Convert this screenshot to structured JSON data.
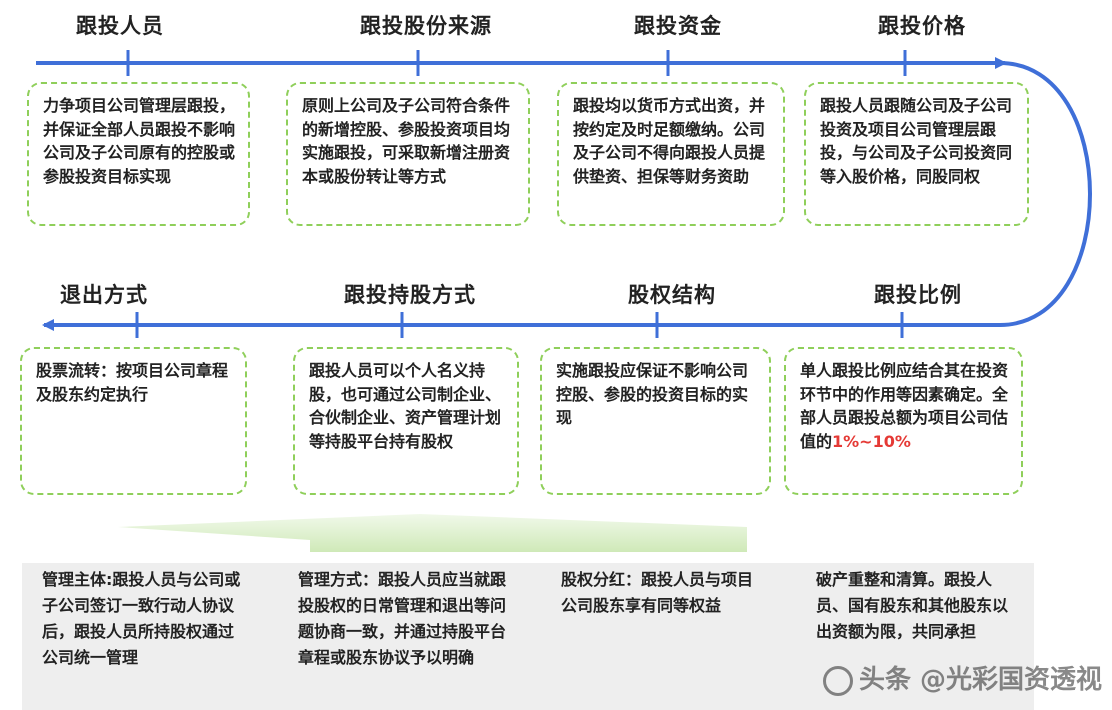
{
  "top_row": [
    {
      "title": "跟投人员",
      "text": "力争项目公司管理层跟投，并保证全部人员跟投不影响公司及子公司原有的控股或参股投资目标实现"
    },
    {
      "title": "跟投股份来源",
      "text": "原则上公司及子公司符合条件的新增控股、参股投资项目均实施跟投，可采取新增注册资本或股份转让等方式"
    },
    {
      "title": "跟投资金",
      "text": "跟投均以货币方式出资，并按约定及时足额缴纳。公司及子公司不得向跟投人员提供垫资、担保等财务资助"
    },
    {
      "title": "跟投价格",
      "text": "跟投人员跟随公司及子公司投资及项目公司管理层跟投，与公司及子公司投资同等入股价格，同股同权"
    }
  ],
  "bottom_row": [
    {
      "title": "退出方式",
      "text": "股票流转：按项目公司章程及股东约定执行"
    },
    {
      "title": "跟投持股方式",
      "text": "跟投人员可以个人名义持股，也可通过公司制企业、合伙制企业、资产管理计划等持股平台持有股权"
    },
    {
      "title": "股权结构",
      "text": "实施跟投应保证不影响公司控股、参股的投资目标的实现"
    },
    {
      "title": "跟投比例",
      "text": "单人跟投比例应结合其在投资环节中的作用等因素确定。全部人员跟投总额为项目公司估值的",
      "highlight": "1%~10%"
    }
  ],
  "bottom_band": [
    "管理主体:跟投人员与公司或子公司签订一致行动人协议后，跟投人员所持股权通过公司统一管理",
    "管理方式：跟投人员应当就跟投股权的日常管理和退出等问题协商一致，并通过持股平台章程或股东协议予以明确",
    "股权分红：跟投人员与项目公司股东享有同等权益",
    "破产重整和清算。跟投人员、国有股东和其他股东以出资额为限，共同承担"
  ],
  "watermark": "头条 @光彩国资透视",
  "colors": {
    "arrow": "#3f6fd8",
    "box_border": "#8fcf5a",
    "band_green": "#d6efc3",
    "highlight": "#e53935"
  }
}
